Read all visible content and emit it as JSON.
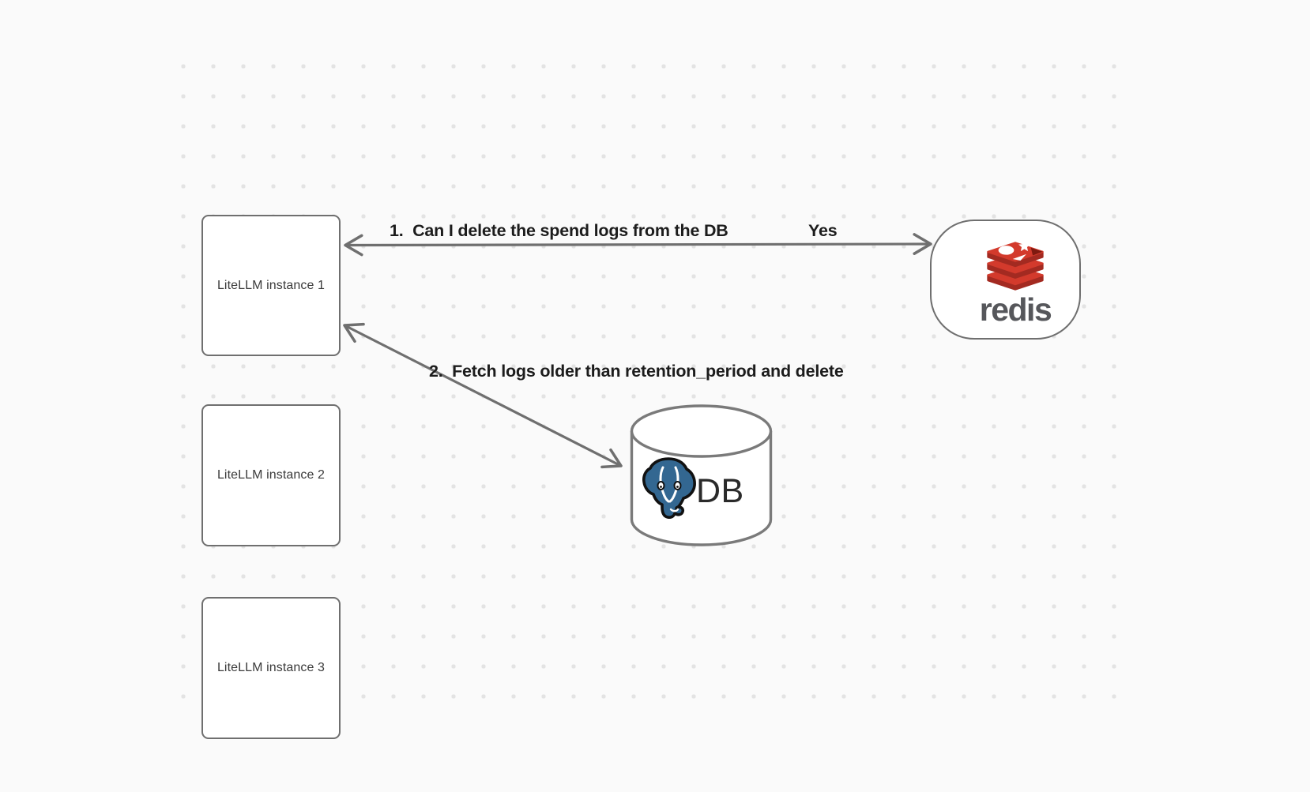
{
  "diagram": {
    "background_color": "#fafafa",
    "dot_color": "#e3e3e3",
    "stroke_color": "#6f6f6f",
    "nodes": [
      {
        "id": "litellm-1",
        "shape": "rectangle",
        "label": "LiteLLM instance 1"
      },
      {
        "id": "litellm-2",
        "shape": "rectangle",
        "label": "LiteLLM instance 2"
      },
      {
        "id": "litellm-3",
        "shape": "rectangle",
        "label": "LiteLLM instance 3"
      },
      {
        "id": "redis",
        "shape": "rounded-pill",
        "label": "redis",
        "icon": "redis-logo-icon"
      },
      {
        "id": "db",
        "shape": "cylinder",
        "label": "DB",
        "icon": "postgresql-elephant-icon"
      }
    ],
    "edges": [
      {
        "id": "edge-1",
        "from": "redis",
        "to": "litellm-1",
        "bidirectional": true,
        "label": "1.  Can I delete the spend logs from the DB",
        "response": "Yes"
      },
      {
        "id": "edge-2",
        "from": "litellm-1",
        "to": "db",
        "bidirectional": true,
        "label": "2.  Fetch logs older than retention_period and delete"
      }
    ],
    "colors": {
      "redis_red": "#d33a2c",
      "redis_dark_red": "#a32a21",
      "redis_wordmark_gray": "#56575b",
      "postgres_blue": "#336791",
      "label_text": "#1c1c1c",
      "node_text": "#3a3a3a"
    }
  }
}
